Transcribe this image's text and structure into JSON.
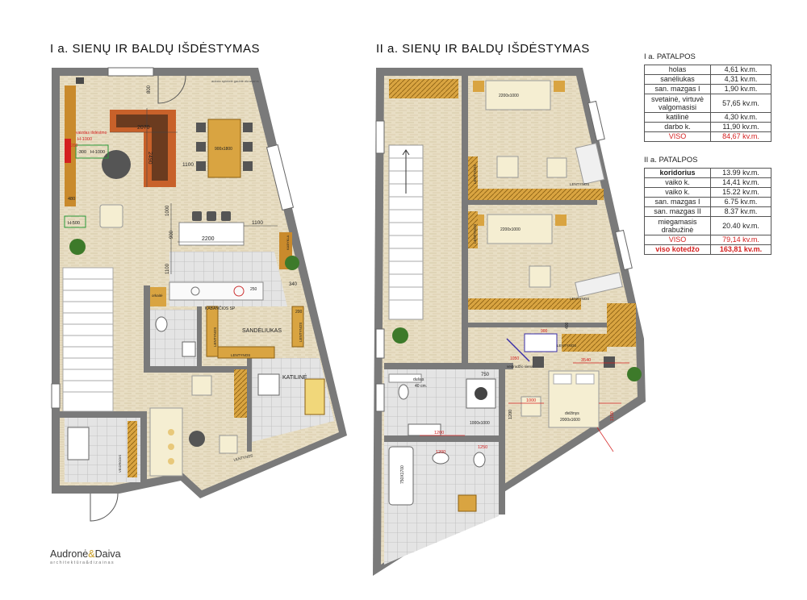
{
  "titles": {
    "floor1": "I a.  SIENŲ IR BALDŲ IŠDĖSTYMAS",
    "floor2": "II a.  SIENŲ IR BALDŲ IŠDĖSTYMAS"
  },
  "floor1_labels": {
    "dim_2070": "2070",
    "dim_2490": "2490",
    "dim_1100a": "1100",
    "dim_1100b": "1100",
    "dim_1100c": "1100",
    "dim_1000": "1000",
    "dim_900": "900",
    "dim_800": "800",
    "dim_2200": "2200",
    "dim_480": "480",
    "table": "900x1800",
    "kitchen_cab": "KABANČIOS SP",
    "storage": "SANDĖLIUKAS",
    "shelves_a": "LENTYNOS",
    "shelves_b": "LENTYNOS",
    "shelves_c": "LENTYNOS",
    "shelves_d": "LENTYNOS",
    "boiler": "KATILINĖ",
    "hanger": "KABYKLA",
    "wardrobe": "VEIDRODIS",
    "kitchen_note": "auksto spintelė gaubtė ekranams",
    "orkaite": "orkaitė",
    "m340": "340",
    "m200": "200",
    "m250": "250",
    "red_note": "vaizdas išdėstmo",
    "h1000a": "H-1000",
    "h1000b": "H-1000",
    "h300": "-300",
    "h500": "H-500",
    "h200": "200"
  },
  "floor2_labels": {
    "bed1": "2200x1000",
    "bed2": "2200x1000",
    "bed3": "2000x1600",
    "bed3_name": "dvižinys",
    "shelves_a": "LENTYNOS",
    "shelves_b": "LENTYNOS",
    "shelves_c": "LENTYNOS",
    "shelves_d": "LENTYNOS",
    "shelves_e": "LENTYNOS",
    "shower": "dušas",
    "shower_note": "40 cm.",
    "d750": "750",
    "d750x1700": "750X1700",
    "d1000x1000": "1000x1000",
    "d1000": "1000",
    "d1200": "1200",
    "d1200b": "1200",
    "d1200c": "1200",
    "d1250": "1250",
    "d1150": "1150",
    "d3540": "3540",
    "d400": "400",
    "d900": "900",
    "mirror_wall": "veidrodžio siena",
    "m1050": "1050"
  },
  "table1": {
    "heading": "I a. PATALPOS",
    "rows": [
      {
        "room": "holas",
        "area": "4,61 kv.m."
      },
      {
        "room": "sanėliukas",
        "area": "4,31 kv.m."
      },
      {
        "room": "san. mazgas I",
        "area": "1,90 kv.m."
      },
      {
        "room": "svetainė, virtuvė valgomasisi",
        "area": "57,65 kv.m."
      },
      {
        "room": "katilinė",
        "area": "4,30 kv.m."
      },
      {
        "room": "darbo k.",
        "area": "11,90 kv.m."
      }
    ],
    "total": {
      "room": "VISO",
      "area": "84,67 kv.m."
    }
  },
  "table2": {
    "heading": "II a. PATALPOS",
    "rows": [
      {
        "room": "koridorius",
        "area": "13.99 kv.m.",
        "bold": true
      },
      {
        "room": "vaiko k.",
        "area": "14,41 kv.m."
      },
      {
        "room": "vaiko k.",
        "area": "15.22 kv.m."
      },
      {
        "room": "san. mazgas I",
        "area": "6.75 kv.m."
      },
      {
        "room": "san. mazgas II",
        "area": "8.37 kv.m."
      },
      {
        "room": "miegamasis drabužinė",
        "area": "20.40 kv.m."
      }
    ],
    "total": {
      "room": "VISO",
      "area": "79,14 kv.m."
    },
    "grand_total": {
      "room": "viso kotedžo",
      "area": "163,81 kv.m."
    }
  },
  "brand": {
    "name_a": "Audronė",
    "amp": "&",
    "name_b": "Daiva",
    "subtitle": "architektūra&dizainas"
  },
  "colors": {
    "wall": "#7a7a7a",
    "floor": "#e6dcc2",
    "tile": "#dcdcdc",
    "wood": "#d9a441",
    "sofa": "#c8612a",
    "accent_red": "#d42020",
    "accent_blue": "#3a2fa8"
  }
}
